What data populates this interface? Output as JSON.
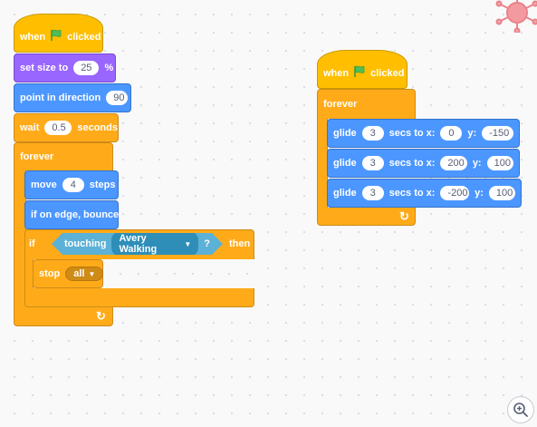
{
  "colors": {
    "events": "#ffbf00",
    "looks": "#9966ff",
    "motion": "#4c97ff",
    "control": "#ffab19",
    "sensing": "#5cb1d6",
    "flag": "#4cbf56"
  },
  "icons": {
    "flag": "green-flag-icon",
    "zoom": "zoom-in-icon",
    "sprite": "virus-sprite-icon",
    "loop_arrow": "loop-arrow-icon",
    "dropdown": "dropdown-caret-icon"
  },
  "script1": {
    "hat": {
      "when": "when",
      "clicked": "clicked"
    },
    "set_size": {
      "label": "set size to",
      "value": "25",
      "unit": "%"
    },
    "point": {
      "label": "point in direction",
      "value": "90"
    },
    "wait": {
      "label": "wait",
      "value": "0.5",
      "unit": "seconds"
    },
    "forever": {
      "label": "forever"
    },
    "move": {
      "label": "move",
      "value": "4",
      "unit": "steps"
    },
    "bounce": {
      "label": "if on edge, bounce"
    },
    "if_block": {
      "if_label": "if",
      "touching": "touching",
      "target": "Avery Walking",
      "question": "?",
      "then": "then"
    },
    "stop": {
      "label": "stop",
      "option": "all"
    },
    "loop_arrow": "↻"
  },
  "script2": {
    "hat": {
      "when": "when",
      "clicked": "clicked"
    },
    "forever": {
      "label": "forever"
    },
    "glides": [
      {
        "label": "glide",
        "secs": "3",
        "secs_label": "secs to x:",
        "x": "0",
        "y_label": "y:",
        "y": "-150"
      },
      {
        "label": "glide",
        "secs": "3",
        "secs_label": "secs to x:",
        "x": "200",
        "y_label": "y:",
        "y": "100"
      },
      {
        "label": "glide",
        "secs": "3",
        "secs_label": "secs to x:",
        "x": "-200",
        "y_label": "y:",
        "y": "100"
      }
    ],
    "loop_arrow": "↻"
  }
}
